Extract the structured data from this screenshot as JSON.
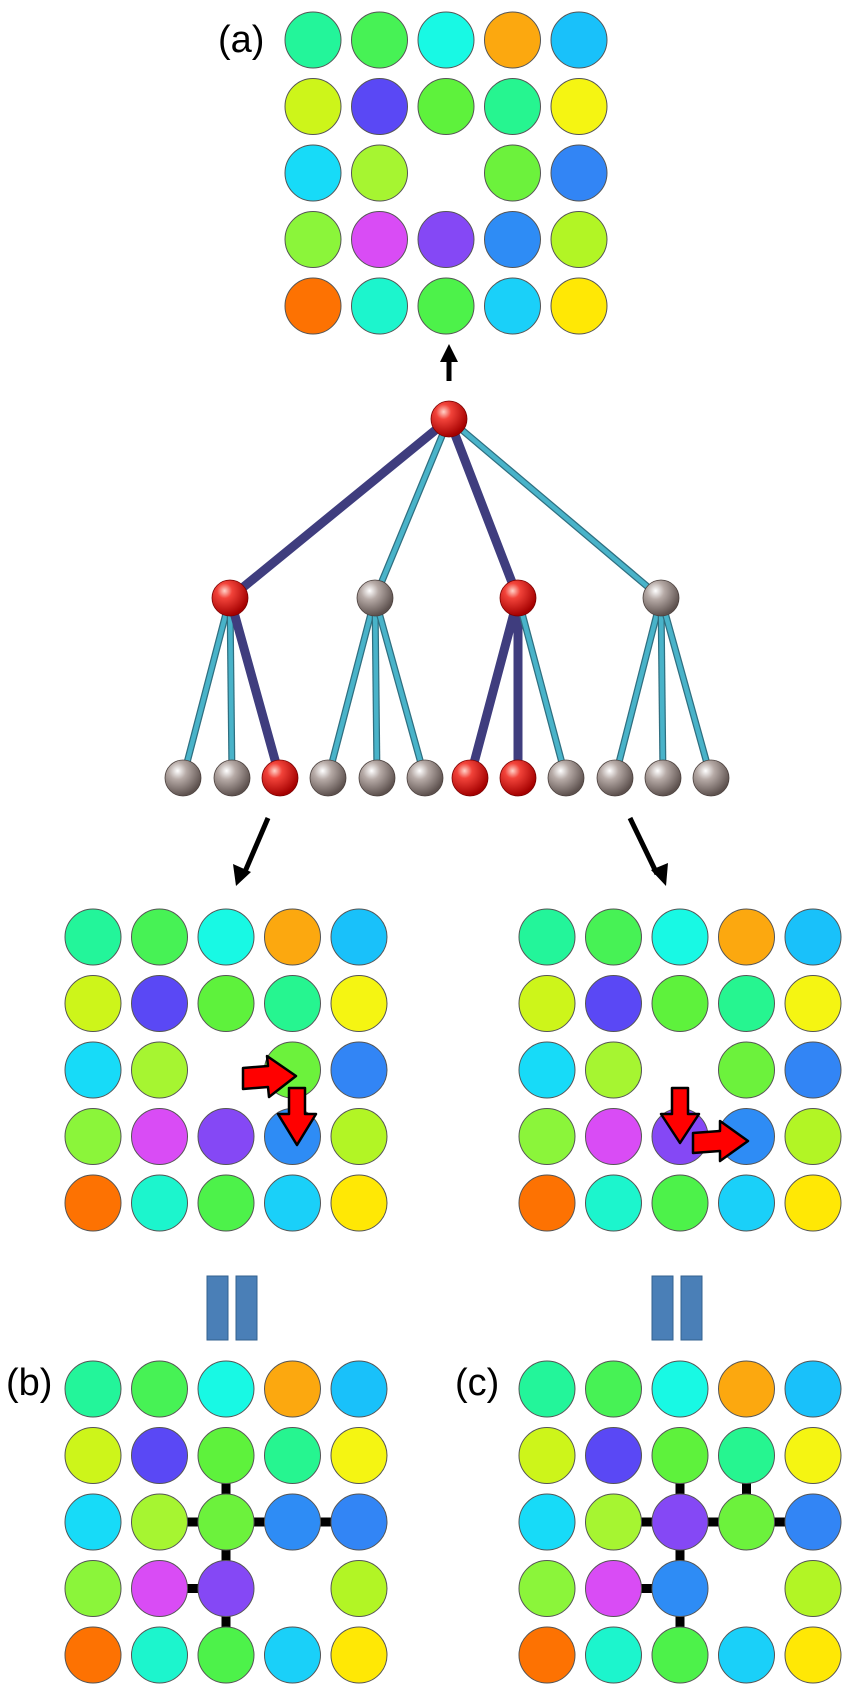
{
  "labels": {
    "a": "(a)",
    "b": "(b)",
    "c": "(c)"
  },
  "colors": {
    "tree_path": "#3f3d7e",
    "tree_edge": "#49b3c9",
    "tree_edge_outline": "#2f6f80",
    "node_active": "#e11b1b",
    "node_inactive": "#9c908c",
    "arrow": "#000000",
    "move_arrow": "#ff0000",
    "equals_bar": "#4a7fb7",
    "bond": "#000000",
    "circle_stroke": "#555555"
  },
  "base_grid": [
    [
      "#23f59a",
      "#47f255",
      "#18f9e4",
      "#fca80f",
      "#19c1fa"
    ],
    [
      "#cdf51a",
      "#5a48f5",
      "#5ef23c",
      "#26f590",
      "#f5f512"
    ],
    [
      "#17dbf8",
      "#a6f531",
      null,
      "#6cf23c",
      "#3285f5"
    ],
    [
      "#8bf53a",
      "#d94cf5",
      "#8548f5",
      "#2e8cf5",
      "#b2f525"
    ],
    [
      "#fd7202",
      "#1cf5cd",
      "#4df24a",
      "#1ad0f9",
      "#ffe805"
    ]
  ],
  "panel_b_grid": [
    [
      "#23f59a",
      "#47f255",
      "#18f9e4",
      "#fca80f",
      "#19c1fa"
    ],
    [
      "#cdf51a",
      "#5a48f5",
      "#5ef23c",
      "#26f590",
      "#f5f512"
    ],
    [
      "#17dbf8",
      "#a6f531",
      "#6cf23c",
      "#2e8cf5",
      "#3285f5"
    ],
    [
      "#8bf53a",
      "#d94cf5",
      "#8548f5",
      null,
      "#b2f525"
    ],
    [
      "#fd7202",
      "#1cf5cd",
      "#4df24a",
      "#1ad0f9",
      "#ffe805"
    ]
  ],
  "panel_c_grid": [
    [
      "#23f59a",
      "#47f255",
      "#18f9e4",
      "#fca80f",
      "#19c1fa"
    ],
    [
      "#cdf51a",
      "#5a48f5",
      "#5ef23c",
      "#26f590",
      "#f5f512"
    ],
    [
      "#17dbf8",
      "#a6f531",
      "#8548f5",
      "#6cf23c",
      "#3285f5"
    ],
    [
      "#8bf53a",
      "#d94cf5",
      "#2e8cf5",
      null,
      "#b2f525"
    ],
    [
      "#fd7202",
      "#1cf5cd",
      "#4df24a",
      "#1ad0f9",
      "#ffe805"
    ]
  ],
  "panel_b_bonds": [
    [
      [
        1,
        2
      ],
      [
        2,
        2
      ]
    ],
    [
      [
        2,
        1
      ],
      [
        2,
        2
      ]
    ],
    [
      [
        2,
        2
      ],
      [
        2,
        3
      ]
    ],
    [
      [
        2,
        3
      ],
      [
        2,
        4
      ]
    ],
    [
      [
        2,
        2
      ],
      [
        3,
        2
      ]
    ],
    [
      [
        3,
        1
      ],
      [
        3,
        2
      ]
    ],
    [
      [
        3,
        2
      ],
      [
        4,
        2
      ]
    ]
  ],
  "panel_c_bonds": [
    [
      [
        1,
        2
      ],
      [
        2,
        2
      ]
    ],
    [
      [
        2,
        1
      ],
      [
        2,
        2
      ]
    ],
    [
      [
        2,
        2
      ],
      [
        2,
        3
      ]
    ],
    [
      [
        2,
        3
      ],
      [
        2,
        4
      ]
    ],
    [
      [
        1,
        3
      ],
      [
        2,
        3
      ]
    ],
    [
      [
        2,
        2
      ],
      [
        3,
        2
      ]
    ],
    [
      [
        3,
        1
      ],
      [
        3,
        2
      ]
    ],
    [
      [
        3,
        2
      ],
      [
        4,
        2
      ]
    ]
  ],
  "tree": {
    "root": {
      "active": true
    },
    "level1": [
      {
        "active": true,
        "path": true,
        "children": [
          {
            "active": false,
            "path": false
          },
          {
            "active": false,
            "path": false
          },
          {
            "active": true,
            "path": true
          }
        ]
      },
      {
        "active": false,
        "path": false,
        "children": [
          {
            "active": false,
            "path": false
          },
          {
            "active": false,
            "path": false
          },
          {
            "active": false,
            "path": false
          }
        ]
      },
      {
        "active": true,
        "path": true,
        "children": [
          {
            "active": true,
            "path": true
          },
          {
            "active": true,
            "path": true
          },
          {
            "active": false,
            "path": false
          }
        ]
      },
      {
        "active": false,
        "path": false,
        "children": [
          {
            "active": false,
            "path": false
          },
          {
            "active": false,
            "path": false
          },
          {
            "active": false,
            "path": false
          }
        ]
      }
    ]
  }
}
